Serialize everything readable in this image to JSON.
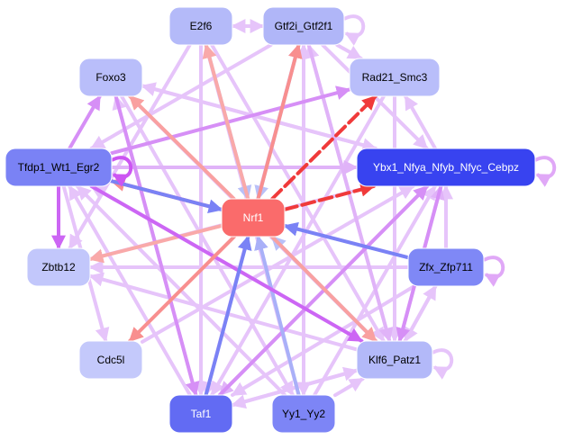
{
  "diagram": {
    "type": "network",
    "title": "",
    "nodes": [
      {
        "id": "E2f6",
        "label": "E2f6",
        "fill": "#b4baf9",
        "text": "#000000"
      },
      {
        "id": "Gtf2i_Gtf2f1",
        "label": "Gtf2i_Gtf2f1",
        "fill": "#b0b6f8",
        "text": "#000000"
      },
      {
        "id": "Foxo3",
        "label": "Foxo3",
        "fill": "#b9befa",
        "text": "#000000"
      },
      {
        "id": "Rad21_Smc3",
        "label": "Rad21_Smc3",
        "fill": "#b9befa",
        "text": "#000000"
      },
      {
        "id": "Tfdp1_Wt1_Egr2",
        "label": "Tfdp1_Wt1_Egr2",
        "fill": "#7a82f5",
        "text": "#000000"
      },
      {
        "id": "Ybx1_Nfya_Nfyb_Nfyc_Cebpz",
        "label": "Ybx1_Nfya_Nfyb_Nfyc_Cebpz",
        "fill": "#3843f0",
        "text": "#ffffff"
      },
      {
        "id": "Nrf1",
        "label": "Nrf1",
        "fill": "#fa6b6b",
        "text": "#ffffff"
      },
      {
        "id": "Zbtb12",
        "label": "Zbtb12",
        "fill": "#c2c7fb",
        "text": "#000000"
      },
      {
        "id": "Zfx_Zfp711",
        "label": "Zfx_Zfp711",
        "fill": "#7f88f6",
        "text": "#000000"
      },
      {
        "id": "Cdc5l",
        "label": "Cdc5l",
        "fill": "#c4c9fb",
        "text": "#000000"
      },
      {
        "id": "Klf6_Patz1",
        "label": "Klf6_Patz1",
        "fill": "#b3b9f9",
        "text": "#000000"
      },
      {
        "id": "Taf1",
        "label": "Taf1",
        "fill": "#626bf3",
        "text": "#ffffff"
      },
      {
        "id": "Yy1_Yy2",
        "label": "Yy1_Yy2",
        "fill": "#7d85f6",
        "text": "#000000"
      }
    ],
    "edges": [
      {
        "from": "Nrf1",
        "to": "Ybx1_Nfya_Nfyb_Nfyc_Cebpz",
        "color": "#f03a3a",
        "style": "dashed"
      },
      {
        "from": "Nrf1",
        "to": "Rad21_Smc3",
        "color": "#f03a3a",
        "style": "dashed"
      },
      {
        "from": "Nrf1",
        "to": "Tfdp1_Wt1_Egr2",
        "color": "#f88f8f",
        "style": "solid"
      },
      {
        "from": "Tfdp1_Wt1_Egr2",
        "to": "Nrf1",
        "color": "#7a82f5",
        "style": "solid"
      },
      {
        "from": "Zfx_Zfp711",
        "to": "Nrf1",
        "color": "#7a82f5",
        "style": "solid"
      },
      {
        "from": "Taf1",
        "to": "Nrf1",
        "color": "#7a82f5",
        "style": "solid"
      },
      {
        "from": "Yy1_Yy2",
        "to": "Nrf1",
        "color": "#a9b0f8",
        "style": "solid"
      },
      {
        "from": "E2f6",
        "to": "Nrf1",
        "color": "#b9c0f8",
        "style": "solid"
      },
      {
        "from": "Gtf2i_Gtf2f1",
        "to": "Nrf1",
        "color": "#b9c0f8",
        "style": "solid"
      },
      {
        "from": "Klf6_Patz1",
        "to": "Nrf1",
        "color": "#b9c0f8",
        "style": "solid"
      },
      {
        "from": "Nrf1",
        "to": "Zbtb12",
        "color": "#f9a9a9",
        "style": "solid"
      },
      {
        "from": "Nrf1",
        "to": "Cdc5l",
        "color": "#f88f8f",
        "style": "solid"
      },
      {
        "from": "Nrf1",
        "to": "Klf6_Patz1",
        "color": "#f9a0a0",
        "style": "solid"
      },
      {
        "from": "Nrf1",
        "to": "Foxo3",
        "color": "#f9a0a0",
        "style": "solid"
      },
      {
        "from": "Nrf1",
        "to": "Gtf2i_Gtf2f1",
        "color": "#f88f8f",
        "style": "solid"
      },
      {
        "from": "Nrf1",
        "to": "E2f6",
        "color": "#f9a9a9",
        "style": "solid"
      },
      {
        "from": "Tfdp1_Wt1_Egr2",
        "to": "Zbtb12",
        "color": "#cc66f4",
        "style": "solid"
      },
      {
        "from": "Tfdp1_Wt1_Egr2",
        "to": "Foxo3",
        "color": "#d68ff6",
        "style": "solid"
      },
      {
        "from": "Tfdp1_Wt1_Egr2",
        "to": "Rad21_Smc3",
        "color": "#d68ff6",
        "style": "solid"
      },
      {
        "from": "Tfdp1_Wt1_Egr2",
        "to": "Ybx1_Nfya_Nfyb_Nfyc_Cebpz",
        "color": "#e0b3f8",
        "style": "solid"
      },
      {
        "from": "Tfdp1_Wt1_Egr2",
        "to": "Klf6_Patz1",
        "color": "#cc66f4",
        "style": "solid"
      },
      {
        "from": "Tfdp1_Wt1_Egr2",
        "to": "Cdc5l",
        "color": "#e6c4fa",
        "style": "solid"
      },
      {
        "from": "Gtf2i_Gtf2f1",
        "to": "E2f6",
        "color": "#e6c4fa",
        "style": "solid"
      },
      {
        "from": "E2f6",
        "to": "Gtf2i_Gtf2f1",
        "color": "#e6c4fa",
        "style": "solid"
      },
      {
        "from": "Gtf2i_Gtf2f1",
        "to": "Rad21_Smc3",
        "color": "#e6c4fa",
        "style": "solid"
      },
      {
        "from": "Gtf2i_Gtf2f1",
        "to": "Ybx1_Nfya_Nfyb_Nfyc_Cebpz",
        "color": "#e6c4fa",
        "style": "solid"
      },
      {
        "from": "Gtf2i_Gtf2f1",
        "to": "Klf6_Patz1",
        "color": "#e0b3f8",
        "style": "solid"
      },
      {
        "from": "Gtf2i_Gtf2f1",
        "to": "Taf1",
        "color": "#e6c4fa",
        "style": "solid"
      },
      {
        "from": "Gtf2i_Gtf2f1",
        "to": "Yy1_Yy2",
        "color": "#e6c4fa",
        "style": "solid"
      },
      {
        "from": "Gtf2i_Gtf2f1",
        "to": "Tfdp1_Wt1_Egr2",
        "color": "#e6c4fa",
        "style": "solid"
      },
      {
        "from": "E2f6",
        "to": "Klf6_Patz1",
        "color": "#e6c4fa",
        "style": "solid"
      },
      {
        "from": "E2f6",
        "to": "Zbtb12",
        "color": "#e6c4fa",
        "style": "solid"
      },
      {
        "from": "E2f6",
        "to": "Taf1",
        "color": "#e6c4fa",
        "style": "solid"
      },
      {
        "from": "Foxo3",
        "to": "Ybx1_Nfya_Nfyb_Nfyc_Cebpz",
        "color": "#e6c4fa",
        "style": "solid"
      },
      {
        "from": "Foxo3",
        "to": "Klf6_Patz1",
        "color": "#e6c4fa",
        "style": "solid"
      },
      {
        "from": "Foxo3",
        "to": "Yy1_Yy2",
        "color": "#e6c4fa",
        "style": "solid"
      },
      {
        "from": "Ybx1_Nfya_Nfyb_Nfyc_Cebpz",
        "to": "Rad21_Smc3",
        "color": "#e6c4fa",
        "style": "solid"
      },
      {
        "from": "Ybx1_Nfya_Nfyb_Nfyc_Cebpz",
        "to": "Zbtb12",
        "color": "#e6c4fa",
        "style": "solid"
      },
      {
        "from": "Ybx1_Nfya_Nfyb_Nfyc_Cebpz",
        "to": "Taf1",
        "color": "#e0b3f8",
        "style": "solid"
      },
      {
        "from": "Ybx1_Nfya_Nfyb_Nfyc_Cebpz",
        "to": "Foxo3",
        "color": "#e6c4fa",
        "style": "solid"
      },
      {
        "from": "Ybx1_Nfya_Nfyb_Nfyc_Cebpz",
        "to": "Klf6_Patz1",
        "color": "#d68ff6",
        "style": "solid"
      },
      {
        "from": "Zfx_Zfp711",
        "to": "Ybx1_Nfya_Nfyb_Nfyc_Cebpz",
        "color": "#e6c4fa",
        "style": "solid"
      },
      {
        "from": "Zfx_Zfp711",
        "to": "Klf6_Patz1",
        "color": "#e6c4fa",
        "style": "solid"
      },
      {
        "from": "Klf6_Patz1",
        "to": "Zfx_Zfp711",
        "color": "#e6c4fa",
        "style": "solid"
      },
      {
        "from": "Zfx_Zfp711",
        "to": "Tfdp1_Wt1_Egr2",
        "color": "#e6c4fa",
        "style": "solid"
      },
      {
        "from": "Zfx_Zfp711",
        "to": "Taf1",
        "color": "#e6c4fa",
        "style": "solid"
      },
      {
        "from": "Zfx_Zfp711",
        "to": "Zbtb12",
        "color": "#e6c4fa",
        "style": "solid"
      },
      {
        "from": "Taf1",
        "to": "Foxo3",
        "color": "#e6c4fa",
        "style": "solid"
      },
      {
        "from": "Taf1",
        "to": "Klf6_Patz1",
        "color": "#e6c4fa",
        "style": "solid"
      },
      {
        "from": "Taf1",
        "to": "Ybx1_Nfya_Nfyb_Nfyc_Cebpz",
        "color": "#d68ff6",
        "style": "solid"
      },
      {
        "from": "Taf1",
        "to": "Gtf2i_Gtf2f1",
        "color": "#e6c4fa",
        "style": "solid"
      },
      {
        "from": "Taf1",
        "to": "Tfdp1_Wt1_Egr2",
        "color": "#e6c4fa",
        "style": "solid"
      },
      {
        "from": "Yy1_Yy2",
        "to": "Klf6_Patz1",
        "color": "#e6c4fa",
        "style": "solid"
      },
      {
        "from": "Yy1_Yy2",
        "to": "Ybx1_Nfya_Nfyb_Nfyc_Cebpz",
        "color": "#e6c4fa",
        "style": "solid"
      },
      {
        "from": "Yy1_Yy2",
        "to": "Tfdp1_Wt1_Egr2",
        "color": "#e6c4fa",
        "style": "solid"
      },
      {
        "from": "Yy1_Yy2",
        "to": "Gtf2i_Gtf2f1",
        "color": "#e6c4fa",
        "style": "solid"
      },
      {
        "from": "Yy1_Yy2",
        "to": "E2f6",
        "color": "#e6c4fa",
        "style": "solid"
      },
      {
        "from": "Klf6_Patz1",
        "to": "Tfdp1_Wt1_Egr2",
        "color": "#e6c4fa",
        "style": "solid"
      },
      {
        "from": "Klf6_Patz1",
        "to": "Taf1",
        "color": "#e6c4fa",
        "style": "solid"
      },
      {
        "from": "Klf6_Patz1",
        "to": "Gtf2i_Gtf2f1",
        "color": "#e6c4fa",
        "style": "solid"
      },
      {
        "from": "Klf6_Patz1",
        "to": "Ybx1_Nfya_Nfyb_Nfyc_Cebpz",
        "color": "#e0b3f8",
        "style": "solid"
      },
      {
        "from": "Klf6_Patz1",
        "to": "Zbtb12",
        "color": "#e6c4fa",
        "style": "solid"
      },
      {
        "from": "Rad21_Smc3",
        "to": "Taf1",
        "color": "#e6c4fa",
        "style": "solid"
      },
      {
        "from": "Rad21_Smc3",
        "to": "Klf6_Patz1",
        "color": "#e6c4fa",
        "style": "solid"
      },
      {
        "from": "Cdc5l",
        "to": "Ybx1_Nfya_Nfyb_Nfyc_Cebpz",
        "color": "#e6c4fa",
        "style": "solid"
      },
      {
        "from": "Foxo3",
        "to": "Taf1",
        "color": "#d68ff6",
        "style": "solid"
      }
    ],
    "self_loops": [
      {
        "node": "Gtf2i_Gtf2f1",
        "color": "#e6c4fa"
      },
      {
        "node": "Tfdp1_Wt1_Egr2",
        "color": "#cc55f2"
      },
      {
        "node": "Ybx1_Nfya_Nfyb_Nfyc_Cebpz",
        "color": "#e0a8f7"
      },
      {
        "node": "Zfx_Zfp711",
        "color": "#e0a8f7"
      },
      {
        "node": "Klf6_Patz1",
        "color": "#e6c4fa"
      }
    ]
  }
}
